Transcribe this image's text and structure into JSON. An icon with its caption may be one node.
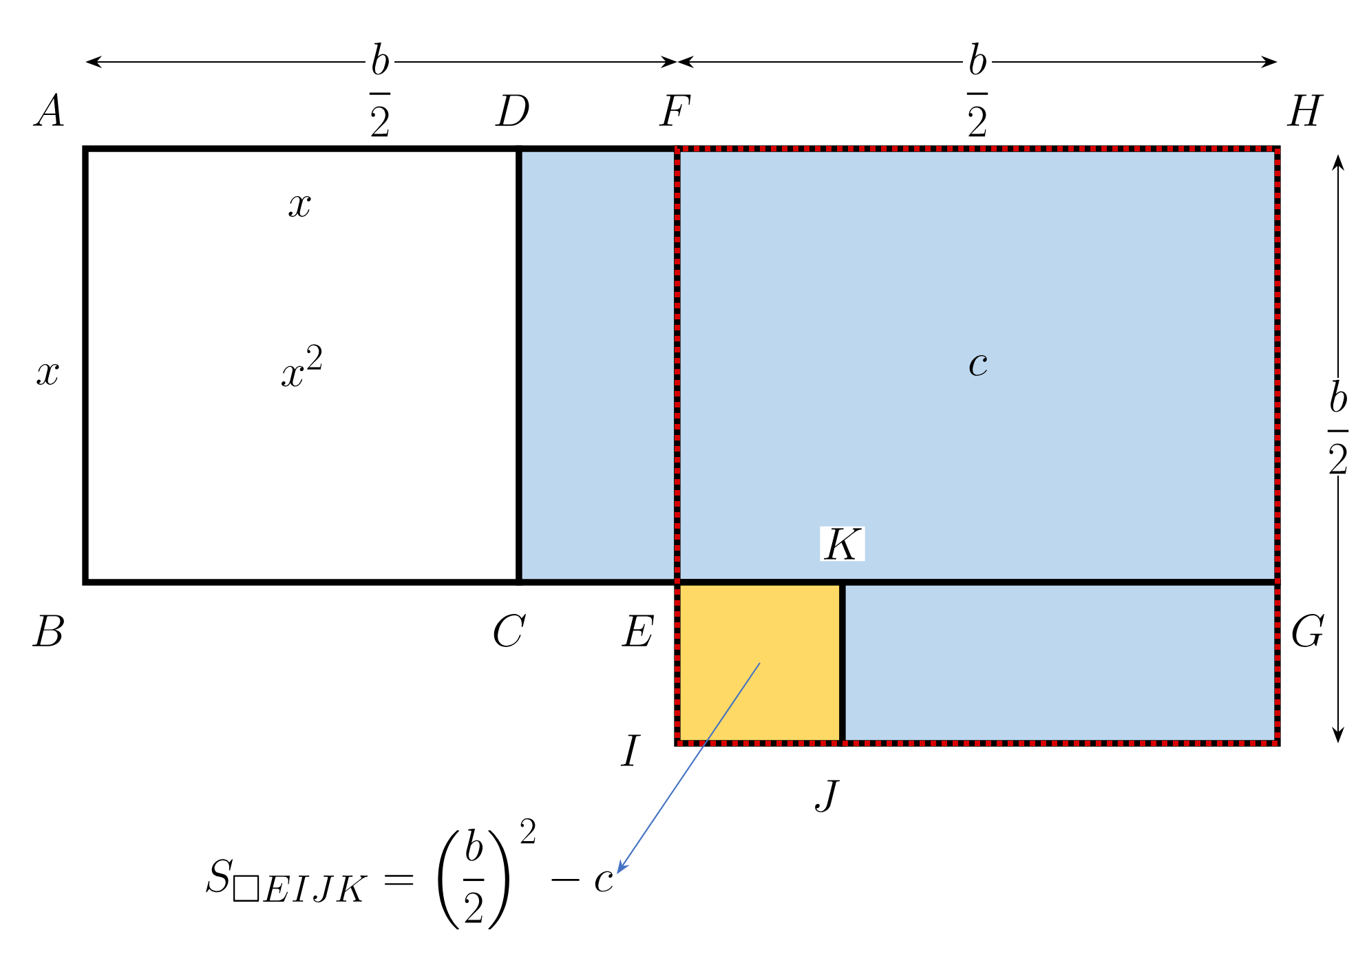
{
  "diagram": {
    "nodes": [
      {
        "text": [
          "x^2"
        ]
      },
      {
        "text": [],
        "shape": "box"
      },
      {
        "text": [],
        "shape": "box"
      },
      {
        "text": [
          "c"
        ],
        "in": 2
      },
      {
        "text": [],
        "shape": "box",
        "in": 2
      },
      {
        "text": [],
        "shape": "box",
        "in": 2
      },
      {
        "text": [
          "S_{\\square EIJK} = \\left(\\frac{b}{2}\\right)^2 - c"
        ]
      }
    ],
    "edges": [
      {
        "from": 4,
        "to": 6,
        "arrow": "to",
        "color": "#4472c4"
      }
    ],
    "labels": [
      "\\frac{b}{2}",
      "\\frac{b}{2}",
      "A",
      "D",
      "F",
      "H",
      "x",
      "x",
      "\\frac{b}{2}",
      "K",
      "B",
      "C",
      "E",
      "G",
      "I",
      "J"
    ]
  }
}
